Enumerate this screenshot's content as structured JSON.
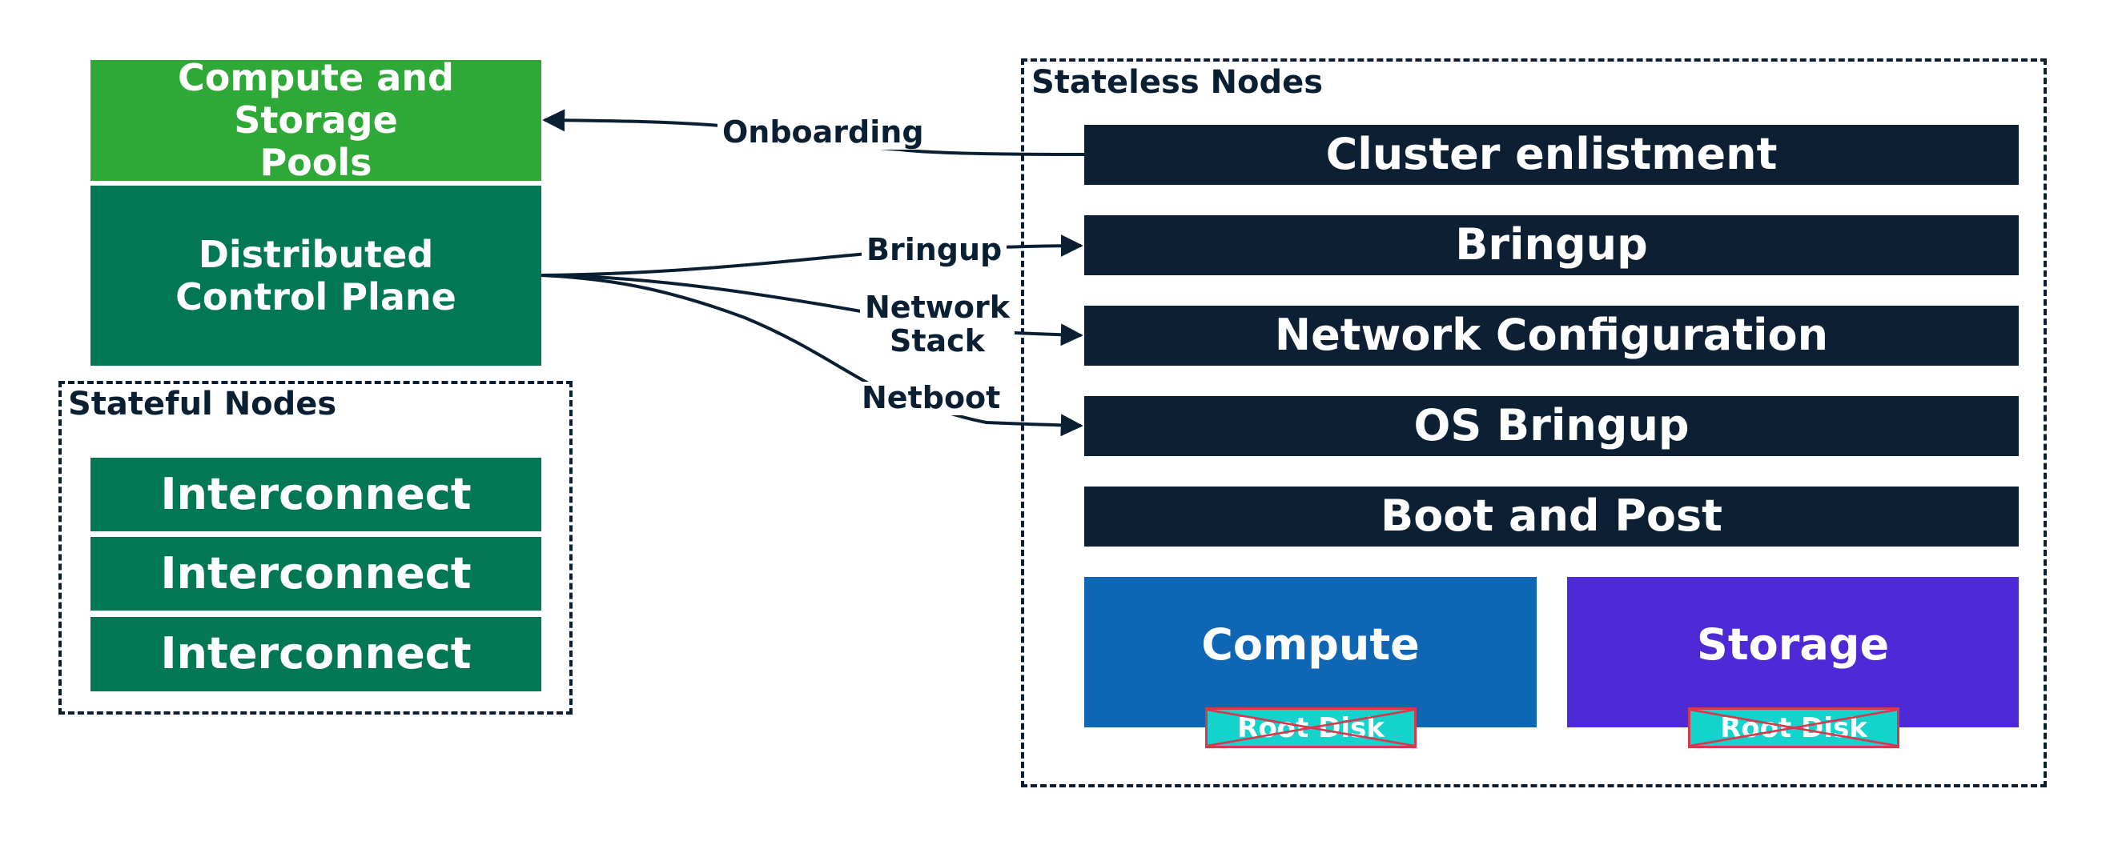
{
  "left_column": {
    "compute_storage_pools": "Compute and Storage\nPools",
    "distributed_control_plane": "Distributed\nControl Plane",
    "stateful_nodes": {
      "title": "Stateful Nodes",
      "interconnects": [
        "Interconnect",
        "Interconnect",
        "Interconnect"
      ]
    }
  },
  "stateless_nodes": {
    "title": "Stateless Nodes",
    "layers": [
      "Cluster enlistment",
      "Bringup",
      "Network Configuration",
      "OS Bringup",
      "Boot and Post"
    ],
    "compute": {
      "label": "Compute",
      "disk_label": "Root Disk"
    },
    "storage": {
      "label": "Storage",
      "disk_label": "Root Disk"
    }
  },
  "connections": {
    "onboarding": "Onboarding",
    "bringup": "Bringup",
    "network_stack": "Network\nStack",
    "netboot": "Netboot"
  },
  "colors": {
    "pool_green": "#2ea836",
    "control_teal": "#027754",
    "layer_navy": "#0c1f33",
    "compute_blue": "#0f66b5",
    "storage_purple": "#4d2ad5",
    "disk_cyan": "#14d2cc",
    "disk_strike_red": "#d6384d"
  }
}
